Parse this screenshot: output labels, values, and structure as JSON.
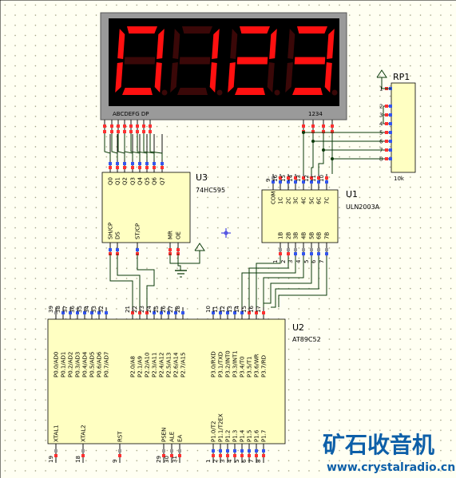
{
  "display": {
    "digits": [
      "0",
      "1",
      "2",
      "3"
    ],
    "segment_label": "ABCDEFG  DP",
    "digit_label": "1234",
    "segment_color": "#ff1010",
    "unlit_color": "#3a0808"
  },
  "rp1": {
    "ref": "RP1",
    "value": "10k",
    "pins": [
      "1",
      "2",
      "3",
      "4",
      "5",
      "6",
      "7",
      "8"
    ]
  },
  "u3": {
    "ref": "U3",
    "part": "74HC595",
    "top_pins": [
      "Q0",
      "Q1",
      "Q2",
      "Q3",
      "Q4",
      "Q5",
      "Q6",
      "Q7"
    ],
    "bottom_pins": [
      "SH/CP",
      "DS",
      "ST/CP",
      "MR",
      "OE"
    ]
  },
  "u1": {
    "ref": "U1",
    "part": "ULN2003A",
    "top_nums": [
      "9",
      "16",
      "15",
      "14",
      "13",
      "12",
      "11",
      "10"
    ],
    "top_pins": [
      "COM",
      "1C",
      "2C",
      "3C",
      "4C",
      "5C",
      "6C",
      "7C"
    ],
    "bottom_pins": [
      "1B",
      "2B",
      "3B",
      "4B",
      "5B",
      "6B",
      "7B"
    ],
    "bottom_nums": [
      "1",
      "2",
      "3",
      "4",
      "5",
      "6",
      "7"
    ]
  },
  "u2": {
    "ref": "U2",
    "part": "AT89C52",
    "p0_nums": [
      "39",
      "38",
      "37",
      "36",
      "35",
      "34",
      "33",
      "32"
    ],
    "p0_pins": [
      "P0.0/AD0",
      "P0.1/AD1",
      "P0.2/AD2",
      "P0.3/AD3",
      "P0.4/AD4",
      "P0.5/AD5",
      "P0.6/AD6",
      "P0.7/AD7"
    ],
    "p2_nums": [
      "21",
      "22",
      "23",
      "24",
      "25",
      "26",
      "27",
      "28"
    ],
    "p2_pins": [
      "P2.0/A8",
      "P2.1/A9",
      "P2.2/A10",
      "P2.3/A11",
      "P2.4/A12",
      "P2.5/A13",
      "P2.6/A14",
      "P2.7/A15"
    ],
    "p3_nums": [
      "10",
      "11",
      "12",
      "13",
      "14",
      "15",
      "16",
      "17"
    ],
    "p3_pins": [
      "P3.0/RXD",
      "P3.1/TXD",
      "P3.2/INT0",
      "P3.3/INT1",
      "P3.4/T0",
      "P3.5/T1",
      "P3.6/WR",
      "P3.7/RD"
    ],
    "left_bottom_nums": [
      "19",
      "18",
      "9"
    ],
    "left_bottom_pins": [
      "XTAL1",
      "XTAL2",
      "RST"
    ],
    "ctrl_nums": [
      "29",
      "30",
      "31"
    ],
    "ctrl_pins": [
      "PSEN",
      "ALE",
      "EA"
    ],
    "p1_nums": [
      "1",
      "2",
      "3",
      "4",
      "5",
      "6",
      "7",
      "8"
    ],
    "p1_pins": [
      "P1.0/T2",
      "P1.1/T2EX",
      "P1.2",
      "P1.3",
      "P1.4",
      "P1.5",
      "P1.6",
      "P1.7"
    ]
  },
  "watermark": {
    "title": "矿石收音机",
    "url": "www.crystalradio.cn"
  }
}
